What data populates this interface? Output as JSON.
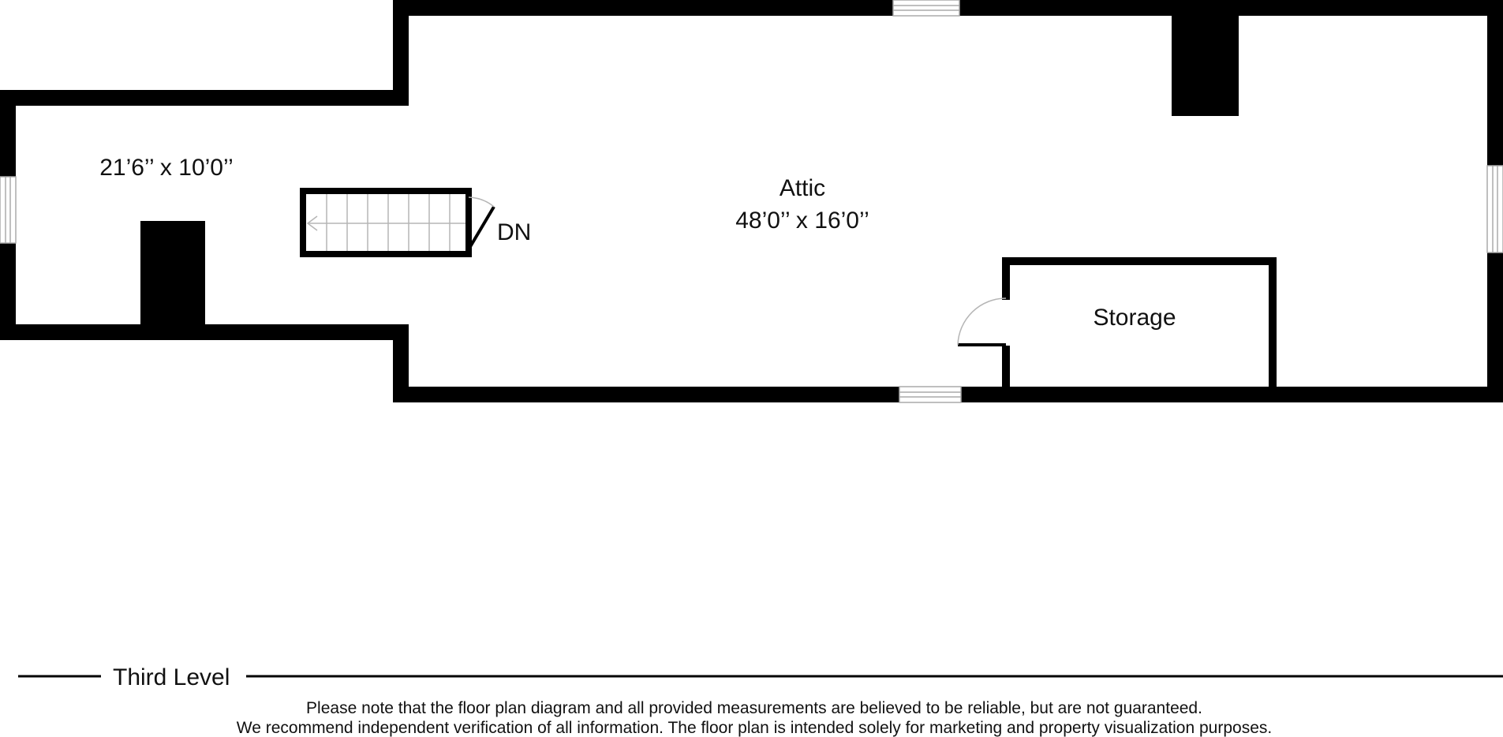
{
  "rooms": {
    "left_room": {
      "dimensions": "21’6’’ x 10’0’’"
    },
    "attic": {
      "name": "Attic",
      "dimensions": "48’0’’ x 16’0’’"
    },
    "storage": {
      "name": "Storage"
    }
  },
  "stairs": {
    "label": "DN"
  },
  "level": {
    "name": "Third Level"
  },
  "disclaimer": {
    "line1": "Please note that the floor plan diagram and all provided measurements are believed to be reliable, but are not guaranteed.",
    "line2": "We recommend independent verification of all information. The floor plan is intended solely for marketing and property visualization purposes."
  },
  "colors": {
    "wall": "#000000",
    "background": "#ffffff",
    "text": "#111111",
    "line_detail": "#aaaaaa"
  }
}
